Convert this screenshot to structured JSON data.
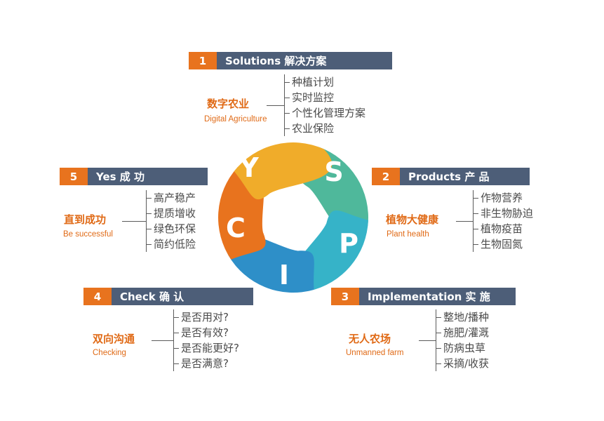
{
  "cycle": {
    "letters": [
      "S",
      "P",
      "I",
      "C",
      "Y"
    ],
    "colors": [
      "#4fb89b",
      "#36b3c8",
      "#2e8fc8",
      "#e8731e",
      "#f0ac2a"
    ]
  },
  "sections": [
    {
      "number": "1",
      "header": "Solutions  解决方案",
      "main": "数字农业",
      "sub": "Digital Agriculture",
      "items": [
        "种植计划",
        "实时监控",
        "个性化管理方案",
        "农业保险"
      ]
    },
    {
      "number": "2",
      "header": "Products   产 品",
      "main": "植物大健康",
      "sub": "Plant health",
      "items": [
        "作物营养",
        "非生物胁迫",
        "植物疫苗",
        "生物固氮"
      ]
    },
    {
      "number": "3",
      "header": "Implementation   实 施",
      "main": "无人农场",
      "sub": "Unmanned farm",
      "items": [
        "整地/播种",
        "施肥/灌溉",
        "防病虫草",
        "采摘/收获"
      ]
    },
    {
      "number": "4",
      "header": "Check  确 认",
      "main": "双向沟通",
      "sub": "Checking",
      "items": [
        "是否用对?",
        "是否有效?",
        "是否能更好?",
        "是否满意?"
      ]
    },
    {
      "number": "5",
      "header": "Yes  成 功",
      "main": "直到成功",
      "sub": "Be successful",
      "items": [
        "高产稳产",
        "提质增收",
        "绿色环保",
        "简约低险"
      ]
    }
  ]
}
